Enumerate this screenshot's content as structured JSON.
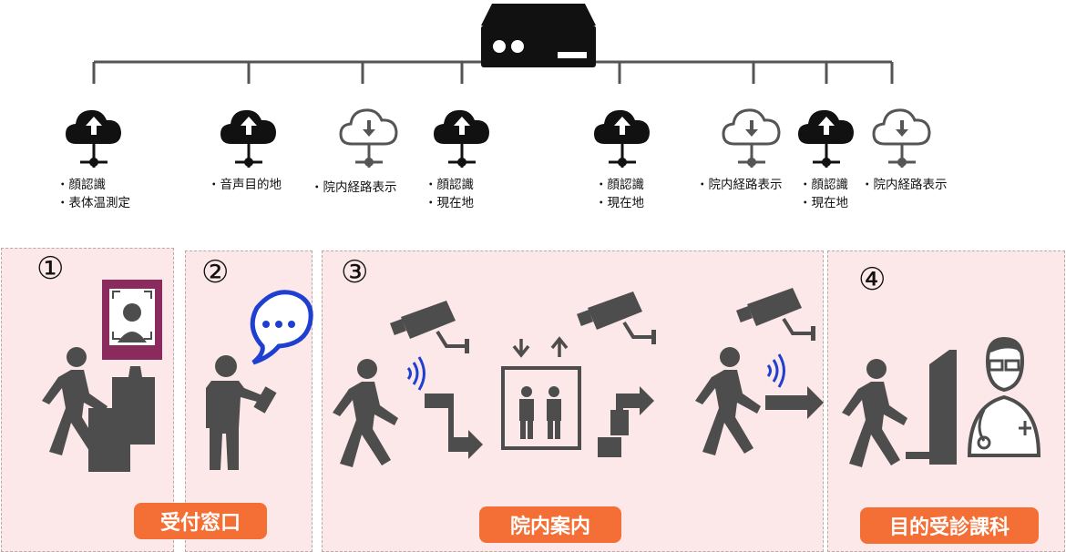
{
  "top_nodes": [
    {
      "id": "n1",
      "type": "upload",
      "captions": [
        "・顔認識",
        "・表体温測定"
      ]
    },
    {
      "id": "n2",
      "type": "upload",
      "captions": [
        "・音声目的地"
      ]
    },
    {
      "id": "n3",
      "type": "download",
      "captions": [
        "・院内経路表示"
      ]
    },
    {
      "id": "n4",
      "type": "upload",
      "captions": [
        "・顔認識",
        "・現在地"
      ]
    },
    {
      "id": "n5",
      "type": "upload",
      "captions": [
        "・顔認識",
        "・現在地"
      ]
    },
    {
      "id": "n6",
      "type": "download",
      "captions": [
        "・院内経路表示"
      ]
    },
    {
      "id": "n7",
      "type": "upload",
      "captions": [
        "・顔認識",
        "・現在地"
      ]
    },
    {
      "id": "n8",
      "type": "download",
      "captions": [
        "・院内経路表示"
      ]
    }
  ],
  "sections": [
    {
      "number": "①",
      "label": "受付窓口"
    },
    {
      "number": "②",
      "label": ""
    },
    {
      "number": "③",
      "label": "院内案内"
    },
    {
      "number": "④",
      "label": "目的受診課科"
    }
  ],
  "colors": {
    "panel": "#fce8e8",
    "accent": "#f36f36",
    "icon": "#4d4d4d",
    "signal": "#1e3fcf",
    "frame": "#8b2a5c"
  }
}
